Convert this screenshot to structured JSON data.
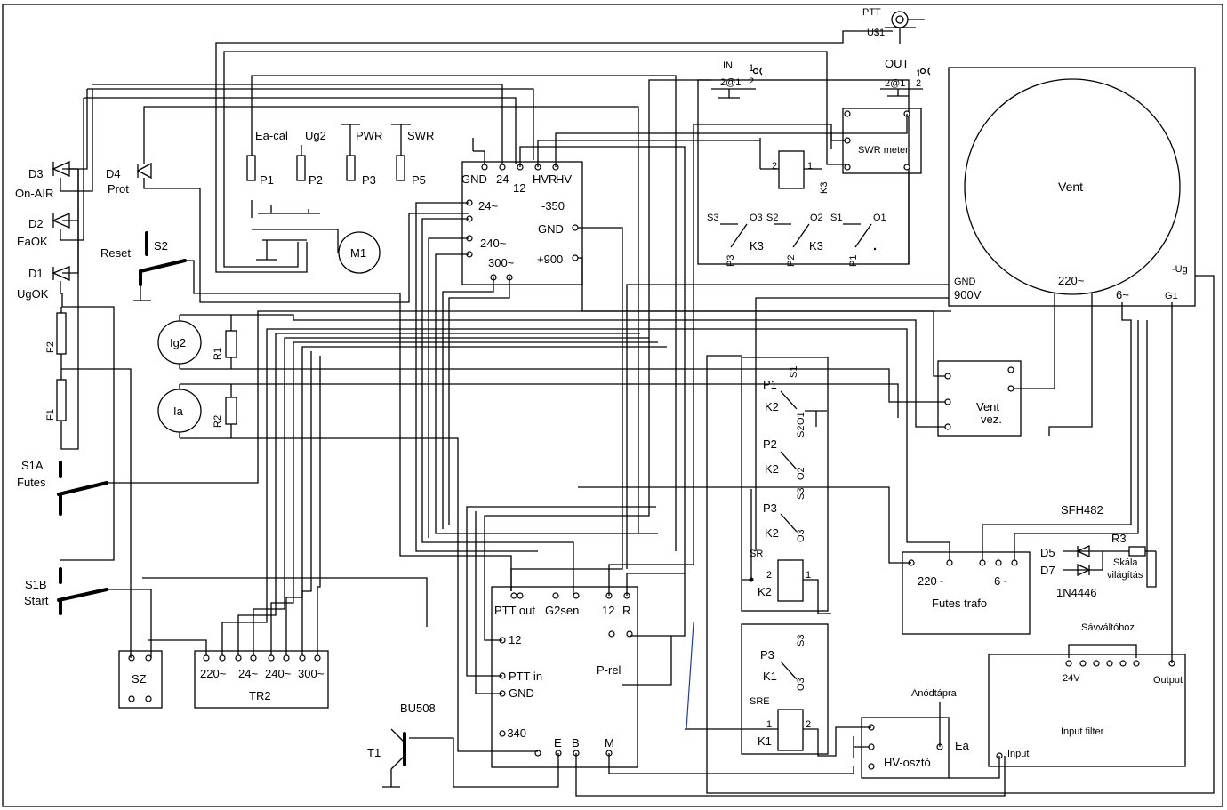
{
  "connectors": {
    "ptt_label": "PTT",
    "us1_label": "U$1",
    "out_label": "OUT",
    "in_label": "IN",
    "pin1": "1",
    "pin2": "2",
    "pin_2at1": "2@1"
  },
  "swr_meter": {
    "label": "SWR meter"
  },
  "vent": {
    "label": "Vent",
    "gnd": "GND",
    "v900": "900V",
    "v220": "220~",
    "v6": "6~",
    "g1": "G1",
    "ug": "-Ug"
  },
  "relay_k3": {
    "name": "K3",
    "pin1": "1",
    "pin2": "2"
  },
  "switch_block": {
    "s3": "S3",
    "o3": "O3",
    "s2": "S2",
    "o2": "O2",
    "s1": "S1",
    "o1": "O1",
    "p3": "P3",
    "p2": "P2",
    "p1": "P1",
    "k3": "K3"
  },
  "leds": {
    "d3": "D3",
    "d3_name": "On-AIR",
    "d2": "D2",
    "d2_name": "EaOK",
    "d1": "D1",
    "d1_name": "UgOK",
    "d4": "D4",
    "d4_name": "Prot"
  },
  "reset": {
    "label": "Reset",
    "s2": "S2"
  },
  "pots": {
    "ea_cal": "Ea-cal",
    "ug2": "Ug2",
    "pwr": "PWR",
    "swr": "SWR",
    "p1": "P1",
    "p2": "P2",
    "p3": "P3",
    "p5": "P5"
  },
  "motor": {
    "label": "M1"
  },
  "psu": {
    "gnd": "GND",
    "v24": "24",
    "v12": "12",
    "hvr": "HVR",
    "hv": "HV",
    "ac24": "24~",
    "ac240": "240~",
    "ac300": "300~",
    "m350": "-350",
    "gnd2": "GND",
    "p900": "+900"
  },
  "meters": {
    "ig2": "Ig2",
    "ia": "Ia",
    "r1": "R1",
    "r2": "R2"
  },
  "fuses": {
    "f1": "F1",
    "f2": "F2"
  },
  "switches": {
    "s1a": "S1A",
    "futes": "Futes",
    "s1b": "S1B",
    "start": "Start"
  },
  "sz": {
    "label": "SZ"
  },
  "tr2": {
    "label": "TR2",
    "t220": "220~",
    "t24": "24~",
    "t240": "240~",
    "t300": "300~"
  },
  "vent_vez": {
    "label1": "Vent",
    "label2": "vez."
  },
  "relays_mid": {
    "s1": "S1",
    "p1": "P1",
    "k2a": "K2",
    "o1": "O1",
    "s2": "S2",
    "p2": "P2",
    "k2b": "K2",
    "o2": "O2",
    "s3": "S3",
    "p3": "P3",
    "k2c": "K2",
    "o3": "O3",
    "sr": "SR",
    "k2": "K2",
    "pin1": "1",
    "pin2": "2",
    "s3b": "S3",
    "p3b": "P3",
    "k1a": "K1",
    "o3b": "O3",
    "sre": "SRE",
    "k1": "K1",
    "pin1b": "1",
    "pin2b": "2"
  },
  "ctrl": {
    "ptt_out": "PTT out",
    "g2sen": "G2sen",
    "v12": "12",
    "r": "R",
    "v12b": "12",
    "ptt_in": "PTT in",
    "gnd": "GND",
    "m340": "-340",
    "e": "E",
    "b": "B",
    "m": "M",
    "prel": "P-rel"
  },
  "transistor": {
    "label": "BU508",
    "t1": "T1"
  },
  "futes_trafo": {
    "label": "Futes trafo",
    "t220": "220~",
    "t6": "6~",
    "sfh": "SFH482"
  },
  "skala": {
    "d5": "D5",
    "d7": "D7",
    "r3": "R3",
    "diode": "1N4446",
    "skala1": "Skála",
    "skala2": "világítás"
  },
  "input_filter": {
    "label": "Input filter",
    "savv": "Sávváltóhoz",
    "v24": "24V",
    "output": "Output",
    "input": "Input"
  },
  "hv_oszto": {
    "label": "HV-osztó",
    "anod": "Anódtápra",
    "ea": "Ea"
  }
}
